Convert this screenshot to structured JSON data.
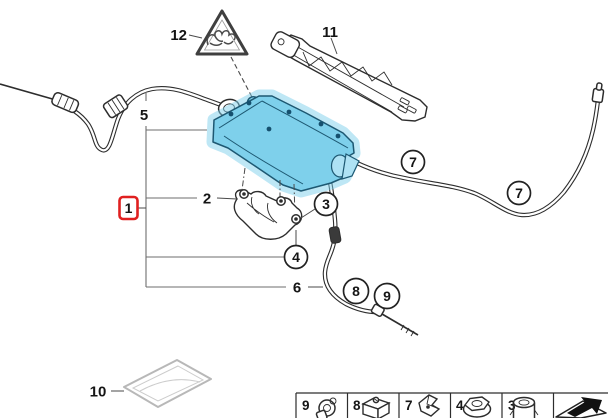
{
  "parts": {
    "p1": "1",
    "p2": "2",
    "p3": "3",
    "p4": "4",
    "p5": "5",
    "p6": "6",
    "p7": "7",
    "p8": "8",
    "p9": "9",
    "p10": "10",
    "p11": "11",
    "p12": "12"
  },
  "legend": {
    "items": [
      {
        "number": "9",
        "icon": "grommet-icon"
      },
      {
        "number": "8",
        "icon": "clamp-icon"
      },
      {
        "number": "7",
        "icon": "spring-clip-icon"
      },
      {
        "number": "4",
        "icon": "flange-nut-icon"
      },
      {
        "number": "3",
        "icon": "bushing-icon"
      },
      {
        "number": "",
        "icon": "continue-arrow-icon"
      }
    ]
  },
  "colors": {
    "highlight": "#7ed0eb",
    "highlight_light": "#aee2f4",
    "callout_red": "#e02020",
    "muted_gray": "#b5b5b5",
    "line_dark": "#2d2d2d"
  }
}
